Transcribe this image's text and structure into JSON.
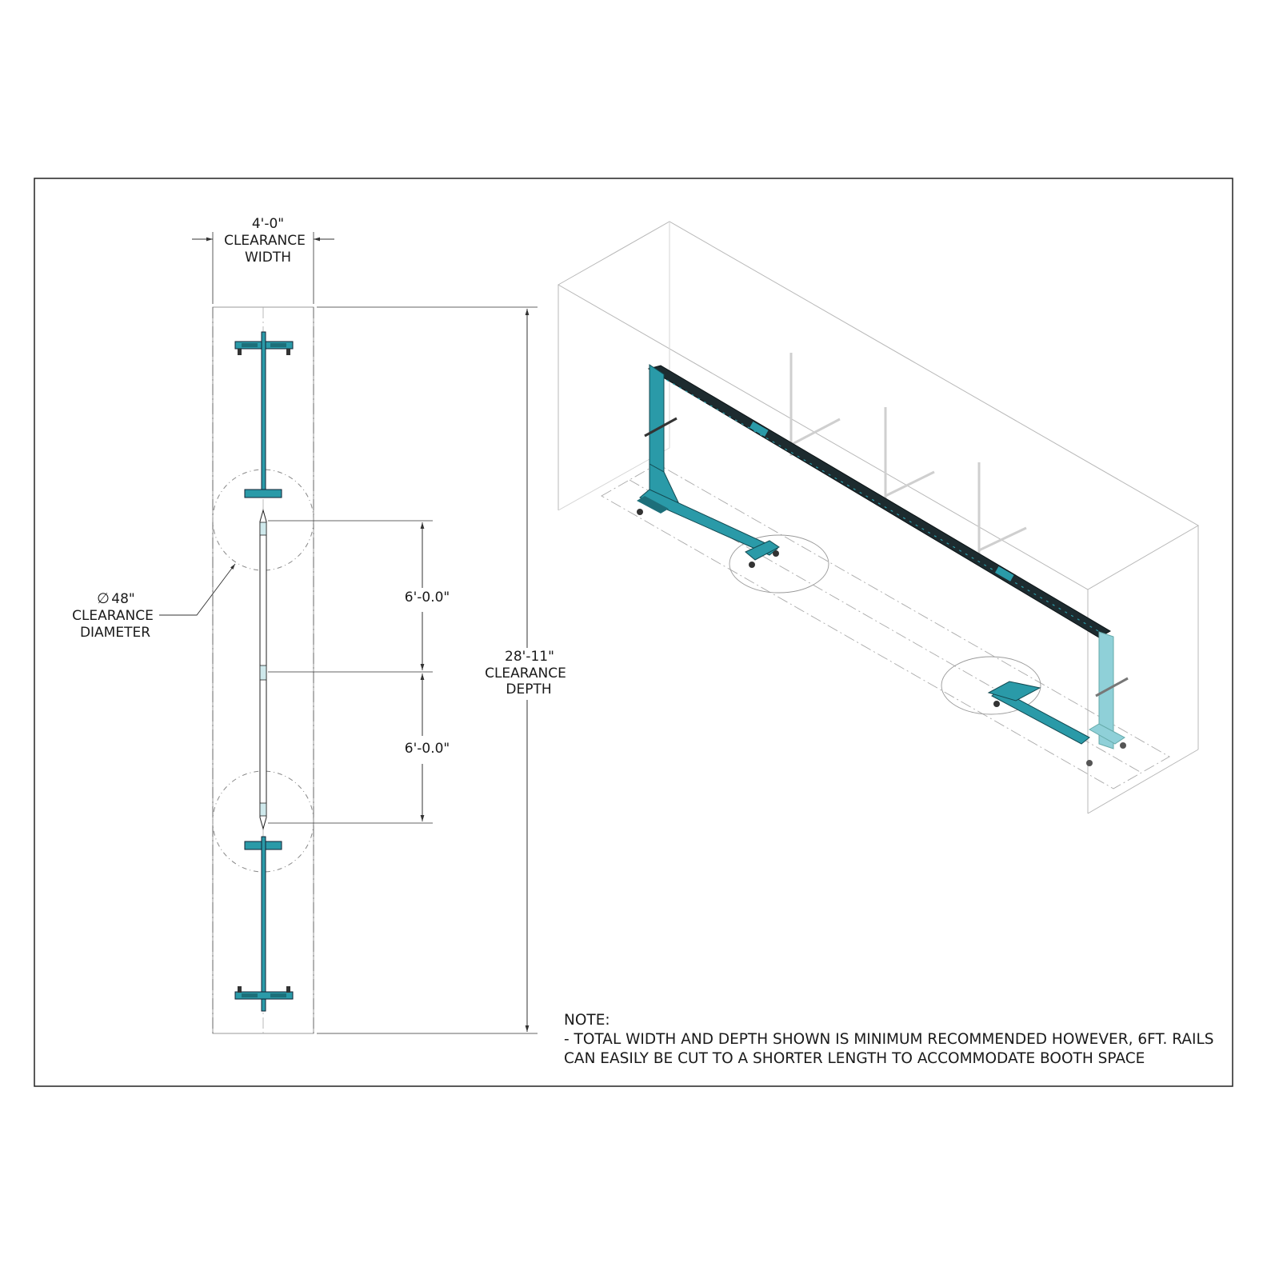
{
  "colors": {
    "frame": "#222222",
    "dimension": "#333333",
    "teal": "#2a9aa8",
    "teal_dark": "#1d6f7a",
    "faded_teal": "#8fd0d8",
    "ghost": "#c8c8c8"
  },
  "top_view": {
    "width_dim": {
      "value": "4'-0\"",
      "line1": "CLEARANCE",
      "line2": "WIDTH"
    },
    "spacing_upper": "6'-0.0\"",
    "spacing_lower": "6'-0.0\"",
    "depth_dim": {
      "value": "28'-11\"",
      "line1": "CLEARANCE",
      "line2": "DEPTH"
    },
    "diameter_callout": {
      "symbol": "∅",
      "value": "48\"",
      "line1": "CLEARANCE",
      "line2": "DIAMETER"
    }
  },
  "note": {
    "title": "NOTE:",
    "line1": "- TOTAL WIDTH AND DEPTH SHOWN IS MINIMUM RECOMMENDED HOWEVER, 6FT. RAILS",
    "line2": "CAN EASILY BE CUT TO A SHORTER LENGTH TO ACCOMMODATE BOOTH SPACE"
  }
}
